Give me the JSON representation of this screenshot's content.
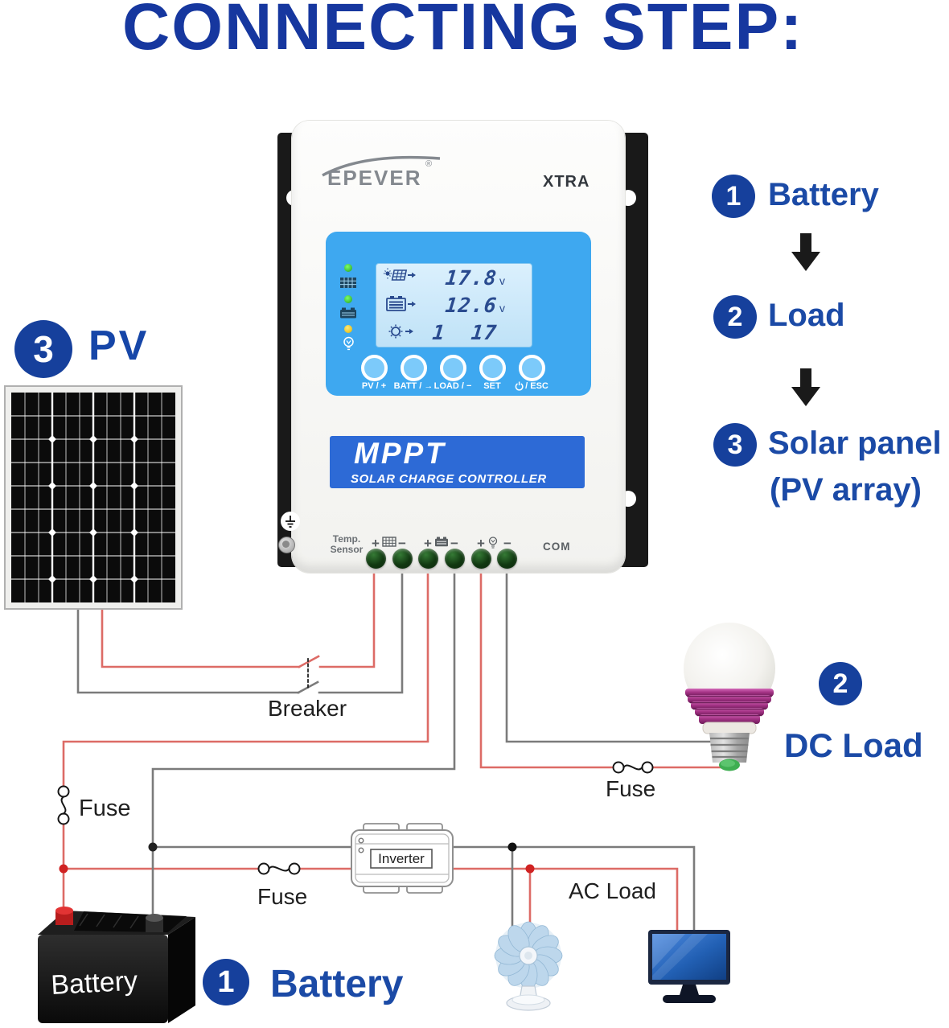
{
  "title": "CONNECTING STEP:",
  "controller": {
    "brand": "EPEVER",
    "registered": "®",
    "model": "XTRA",
    "lcd": {
      "pv_value": "17.8",
      "pv_unit": "v",
      "batt_value": "12.6",
      "batt_unit": "v",
      "load_value": "1  17"
    },
    "buttons": {
      "b1": "PV / +",
      "b2": "BATT / →",
      "b3": "LOAD / −",
      "b4": "SET",
      "b5": "/ ESC"
    },
    "mppt": "MPPT",
    "subtitle": "SOLAR CHARGE CONTROLLER",
    "temp_line1": "Temp.",
    "temp_line2": "Sensor",
    "com": "COM",
    "plus": "+",
    "minus": "−"
  },
  "pv_section": {
    "step": "3",
    "label": "PV"
  },
  "steps": {
    "s1_num": "1",
    "s1": "Battery",
    "s2_num": "2",
    "s2": "Load",
    "s3_num": "3",
    "s3": "Solar panel",
    "s3b": "(PV array)"
  },
  "dc_load": {
    "step": "2",
    "label": "DC Load"
  },
  "battery_bottom": {
    "step": "1",
    "label": "Battery",
    "device_label": "Battery"
  },
  "wiring": {
    "breaker": "Breaker",
    "fuse_battery": "Fuse",
    "fuse_inverter": "Fuse",
    "fuse_load": "Fuse",
    "inverter": "Inverter",
    "ac_load": "AC Load"
  },
  "colors": {
    "wire_red": "#dd6b66",
    "wire_gray": "#7b7b7b",
    "accent_blue": "#16379f",
    "panel_blue": "#3ea8f0",
    "mppt_blue": "#2d6ad6"
  }
}
